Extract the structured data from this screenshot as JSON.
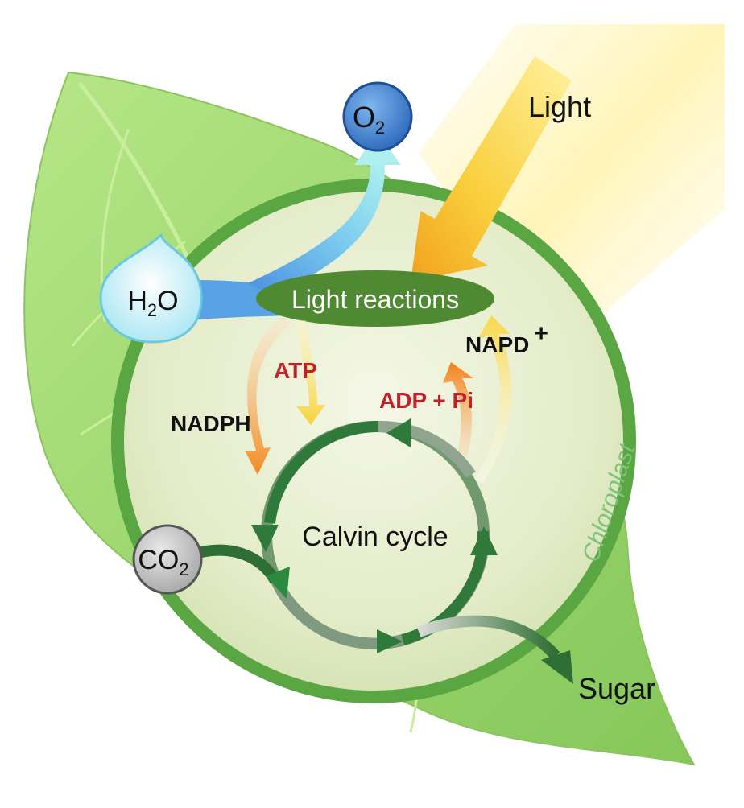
{
  "diagram": {
    "labels": {
      "light": "Light",
      "light_reactions": "Light reactions",
      "calvin_cycle": "Calvin cycle",
      "chloroplast": "Chloroplast",
      "sugar": "Sugar",
      "atp": "ATP",
      "adp_pi": "ADP + Pi",
      "nadph": "NADPH",
      "napd": "NAPD",
      "napd_sup": "+",
      "o2": {
        "base": "O",
        "sub": "2"
      },
      "h2o": {
        "base": "H",
        "sub": "2",
        "tail": "O"
      },
      "co2": {
        "base": "CO",
        "sub": "2"
      }
    },
    "colors": {
      "leaf": "#9fd873",
      "leaf_light": "#c8ec9e",
      "chloroplast_ring": "#5aa642",
      "chloroplast_fill": "#e3ecc8",
      "light_reactions_fill": "#4f8a32",
      "calvin_arrow": "#2f7a3a",
      "o2_circle": "#3f7fcf",
      "water": "#8ad8e8",
      "co2_circle": "#b9b9b9",
      "red_label": "#c2202a",
      "light_arrow": "#f7c63a"
    }
  }
}
